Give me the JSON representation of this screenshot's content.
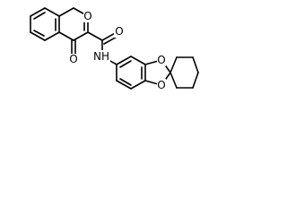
{
  "molecule": {
    "atoms": {
      "o_chromone_ring": "O",
      "o_ketone": "O",
      "o_amide": "O",
      "n_amide": "NH",
      "o_dioxole_upper": "O",
      "o_dioxole_lower": "O"
    }
  }
}
